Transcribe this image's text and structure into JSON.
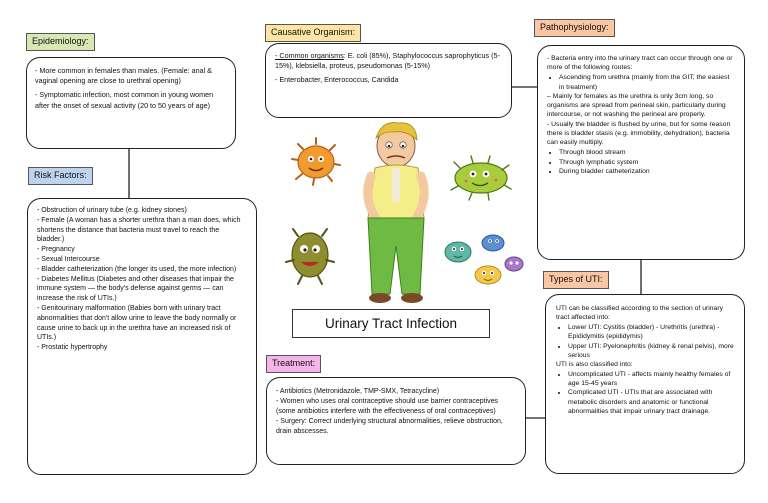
{
  "epidemiology": {
    "label": "Epidemiology:",
    "items": [
      "- More common in females than males. (Female: anal & vaginal opening are close to urethral opening)",
      "- Symptomatic infection, most common in young women after the onset of sexual activity (20 to 50 years of age)"
    ]
  },
  "organism": {
    "label": "Causative Organism:",
    "common_prefix": "- Common organisms",
    "common_rest": ": E. coli (85%), Staphylococcus saprophyticus (5-15%), klebsiella, proteus, pseudomonas (5-15%)",
    "extra": "- Enterobacter, Enterococcus, Candida"
  },
  "pathophysiology": {
    "label": "Pathophysiology:",
    "intro": "- Bacteria entry into the urinary tract can occur through one or more of the following routes:",
    "bullets_a": [
      "Ascending from urethra (mainly from the GIT; the easiest in treatment)"
    ],
    "middle": [
      "– Mainly for females as the urethra is only 3cm long, so organisms are spread from perineal skin, particularly during intercourse, or not washing the perineal are properly.",
      "- Usually the bladder is flushed by urine, but for some reason there is bladder stasis (e.g. immobility, dehydration), bacteria can easily multiply."
    ],
    "bullets_b": [
      "Through blood stream",
      "Through lymphatic system",
      "During bladder catheterization"
    ]
  },
  "risk": {
    "label": "Risk Factors:",
    "items": [
      "- Obstruction of urinary tube (e.g. kidney stones)",
      "- Female (A woman has a shorter urethra than a man does, which shortens the distance that bacteria must travel to reach the bladder.)",
      "- Pregnancy",
      "- Sexual Intercourse",
      "- Bladder catheterization (the longer its used, the more infection)",
      "- Diabetes Mellitus (Diabetes and other diseases that impair the immune system — the body's defense against germs — can increase the risk of UTIs.)",
      "- Genitourinary malformation (Babies born with urinary tract abnormalities that don't allow urine to leave the body normally or cause urine to back up in the urethra have an increased risk of UTIs.)",
      "- Prostatic hypertrophy"
    ]
  },
  "types": {
    "label": "Types of UTI:",
    "intro": "UTI can be classified according to the section of urinary tract affected into:",
    "bullets_a": [
      "Lower UTI: Cystitis (bladder) - Urethritis (urethra) - Epididymitis (epididymis)",
      "Upper UTI: Pyelonephritis (kidney & renal pelvis), more serious"
    ],
    "middle": "UTI is also classified into:",
    "bullets_b": [
      "Uncomplicated UTI - affects mainly healthy females of age 15-45 years",
      "Complicated UTI - UTIs that are associated with metabolic disorders and anatomic or functional abnormalities that impair urinary tract drainage."
    ]
  },
  "treatment": {
    "label": "Treatment:",
    "items": [
      "- Antibiotics (Metronidazole, TMP-SMX, Tetracycline)",
      "- Women who uses oral contraceptive should use barrier contraceptives (some antibiotics interfere with the effectiveness of oral contraceptives)",
      "- Surgery: Correct underlying structural abnormalities, relieve obstruction, drain abscesses."
    ]
  },
  "center": {
    "title": "Urinary Tract Infection"
  },
  "colors": {
    "epidemiology": "#d6e9b5",
    "organism": "#fde5a6",
    "pathophysiology": "#f9c7a4",
    "risk": "#bed4ee",
    "types": "#f9c7a4",
    "treatment": "#f5b5ea",
    "lines": "#222222"
  }
}
